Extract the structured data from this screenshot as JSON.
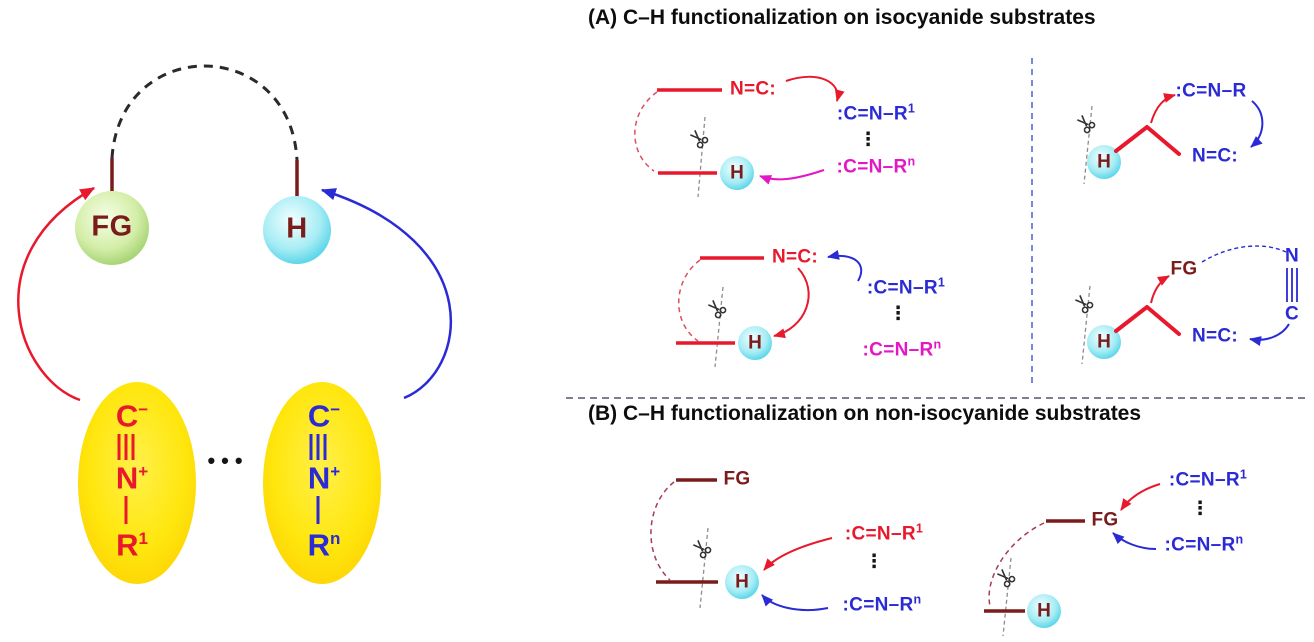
{
  "figure": {
    "panel_a_title": "(A) C–H functionalization on isocyanide substrates",
    "panel_b_title": "(B) C–H functionalization on non-isocyanide substrates"
  },
  "glyphs": {
    "vdots": "⋮",
    "hdots": "•••"
  },
  "colors": {
    "red": "#e8192c",
    "blue": "#2b2bd5",
    "magenta": "#e318c4",
    "maroon": "#7a1c1c",
    "cyan_fill": "#2fc8e2",
    "green_fill": "#8cc558",
    "yellow_fill": "#ffe60d"
  },
  "left_scheme": {
    "fg_label": "FG",
    "h_label": "H",
    "isocyanide_1": {
      "c": "C",
      "c_charge": "−",
      "n": "N",
      "n_charge": "+",
      "r": "R",
      "r_index": "1"
    },
    "isocyanide_n": {
      "c": "C",
      "c_charge": "−",
      "n": "N",
      "n_charge": "+",
      "r": "R",
      "r_index": "n"
    }
  },
  "panel_a": {
    "scheme1": {
      "isocyanide": "N=C:",
      "imidoyl_1": ":C=N–R",
      "imidoyl_1_sup": "1",
      "imidoyl_n": ":C=N–R",
      "imidoyl_n_sup": "n",
      "h": "H"
    },
    "scheme2": {
      "isocyanide": "N=C:",
      "imidoyl_1": ":C=N–R",
      "imidoyl_1_sup": "1",
      "imidoyl_n": ":C=N–R",
      "imidoyl_n_sup": "n",
      "h": "H"
    },
    "scheme3": {
      "imidoyl": ":C=N–R",
      "isocyanide": "N=C:",
      "h": "H"
    },
    "scheme4": {
      "fg": "FG",
      "isocyanide": "N=C:",
      "n_atom": "N",
      "c_atom": "C",
      "h": "H"
    }
  },
  "panel_b": {
    "scheme1": {
      "fg": "FG",
      "imidoyl_1": ":C=N–R",
      "imidoyl_1_sup": "1",
      "imidoyl_n": ":C=N–R",
      "imidoyl_n_sup": "n",
      "h": "H"
    },
    "scheme2": {
      "fg": "FG",
      "imidoyl_1": ":C=N–R",
      "imidoyl_1_sup": "1",
      "imidoyl_n": ":C=N–R",
      "imidoyl_n_sup": "n",
      "h": "H"
    }
  }
}
